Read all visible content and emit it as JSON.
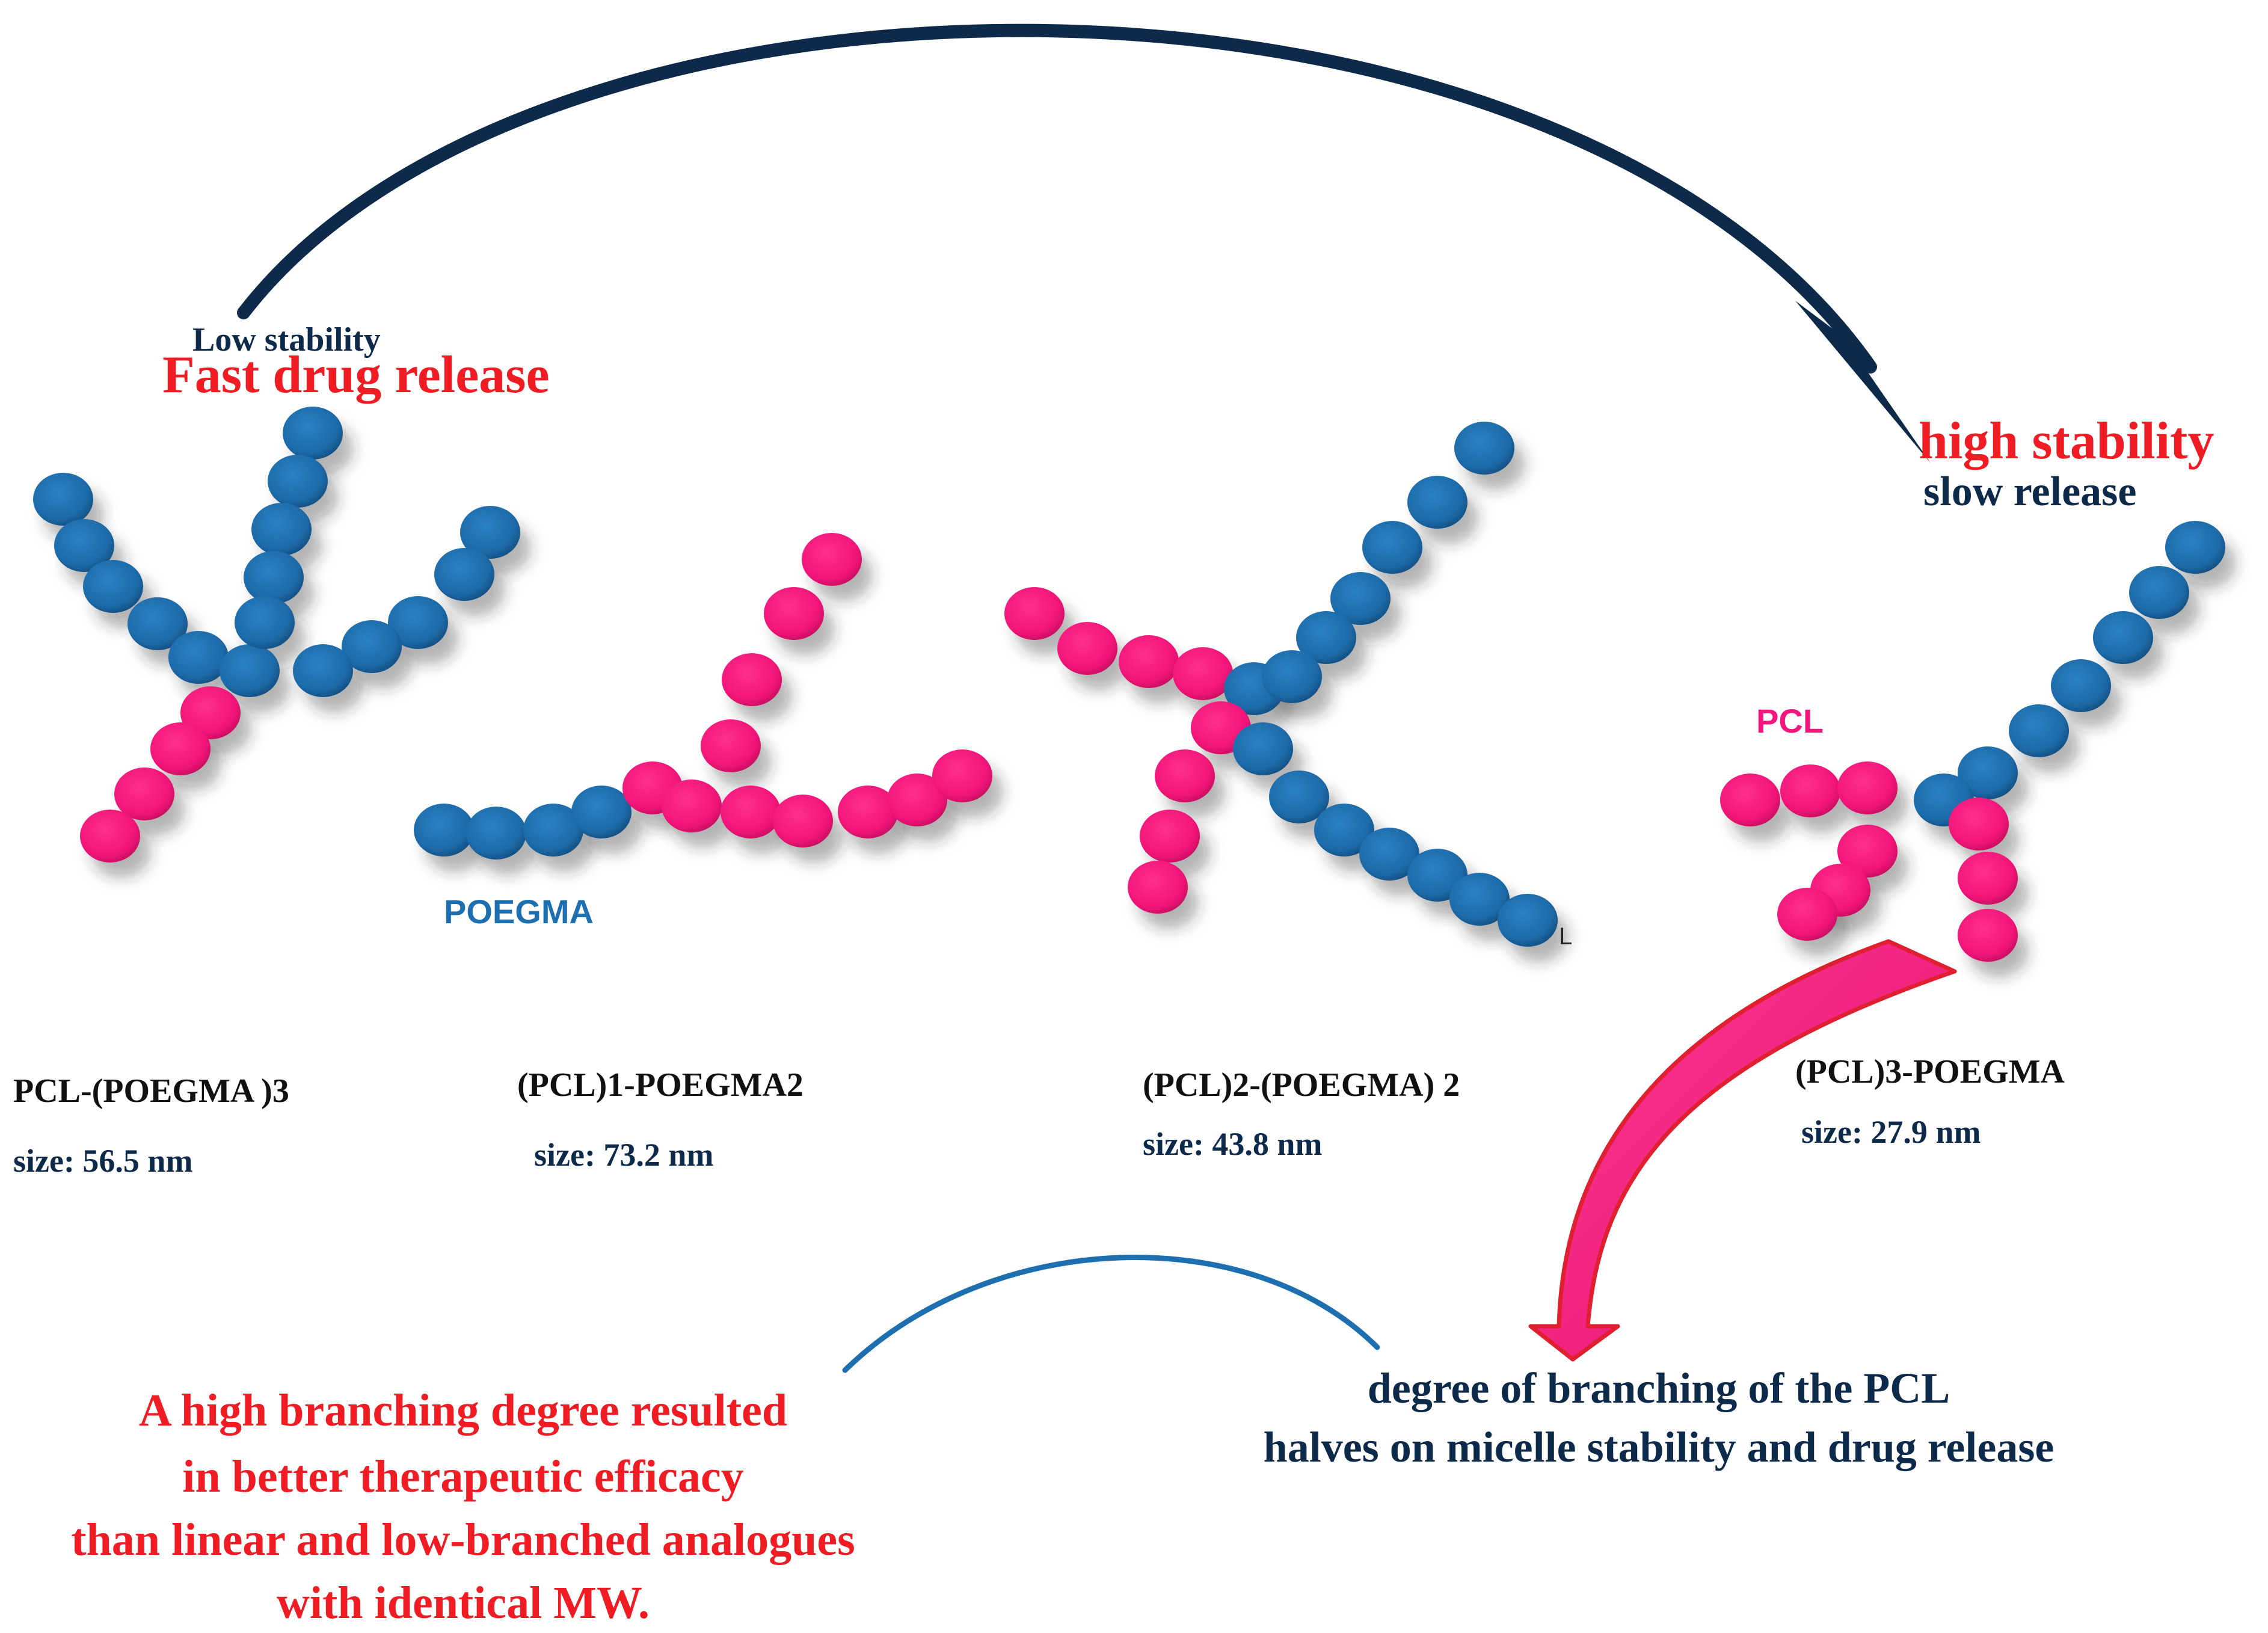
{
  "labels": {
    "low_stability": "Low stability",
    "fast_release": "Fast drug release",
    "high_stability": "high stability",
    "slow_release": "slow release",
    "poegma": "POEGMA",
    "pcl": "PCL",
    "stray_l": "L"
  },
  "polymers": [
    {
      "name": "PCL-(POEGMA )3",
      "size": "size: 56.5 nm"
    },
    {
      "name": "(PCL)1-POEGMA2",
      "size": "size: 73.2 nm"
    },
    {
      "name": "(PCL)2-(POEGMA) 2",
      "size": "size: 43.8 nm"
    },
    {
      "name": "(PCL)3-POEGMA",
      "size": "size: 27.9 nm"
    }
  ],
  "conclusion": {
    "line1": "A high branching degree resulted",
    "line2": "in better therapeutic efficacy",
    "line3": "than linear and low-branched analogues",
    "line4": "with identical MW."
  },
  "effect": {
    "line1": "degree of branching of the PCL",
    "line2": "halves on micelle stability and drug release"
  },
  "colors": {
    "poegma_blue": "#1e6fb0",
    "pcl_pink": "#f5157d",
    "navy": "#0d2a4a",
    "red": "#f01c24"
  }
}
